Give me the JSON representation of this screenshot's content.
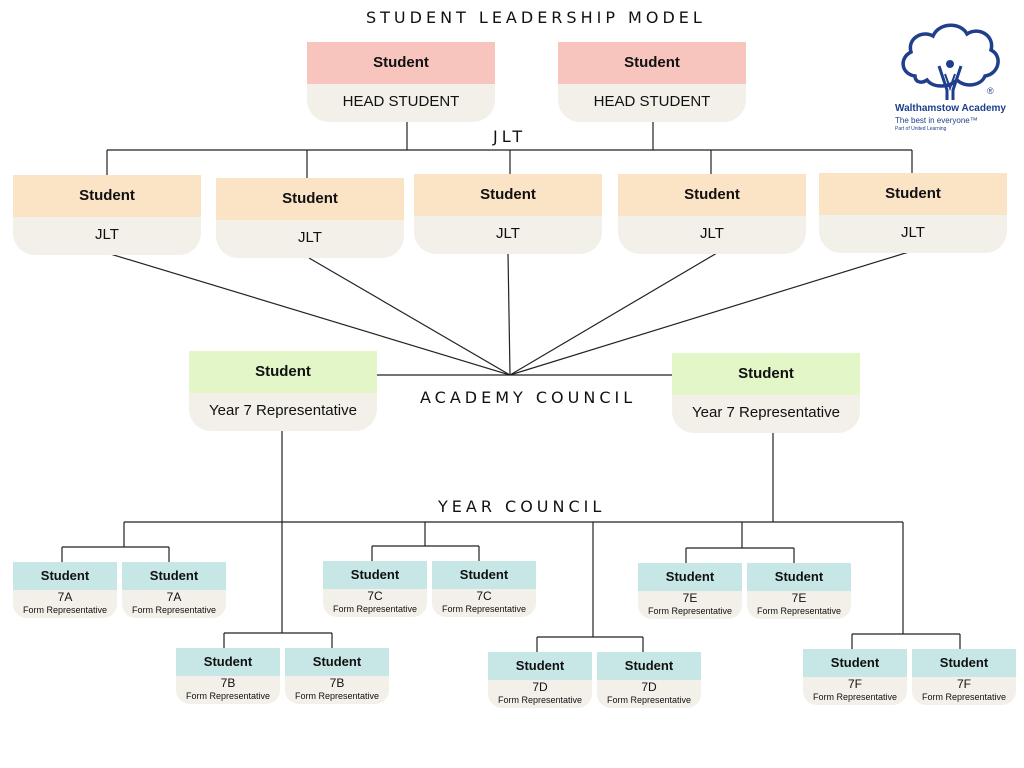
{
  "title": "STUDENT LEADERSHIP MODEL",
  "sections": {
    "jlt": "JLT",
    "academy_council": "ACADEMY COUNCIL",
    "year_council": "YEAR COUNCIL"
  },
  "logo": {
    "name": "Walthamstow Academy",
    "tagline": "The best in everyone™",
    "sub": "Part of United Learning",
    "reg": "®"
  },
  "head_students": [
    {
      "title": "Student",
      "role": "HEAD STUDENT"
    },
    {
      "title": "Student",
      "role": "HEAD STUDENT"
    }
  ],
  "jlt_members": [
    {
      "title": "Student",
      "role": "JLT"
    },
    {
      "title": "Student",
      "role": "JLT"
    },
    {
      "title": "Student",
      "role": "JLT"
    },
    {
      "title": "Student",
      "role": "JLT"
    },
    {
      "title": "Student",
      "role": "JLT"
    }
  ],
  "year7_reps": [
    {
      "title": "Student",
      "role": "Year 7 Representative"
    },
    {
      "title": "Student",
      "role": "Year 7 Representative"
    }
  ],
  "form_reps": [
    {
      "title": "Student",
      "class": "7A",
      "role": "Form Representative"
    },
    {
      "title": "Student",
      "class": "7A",
      "role": "Form Representative"
    },
    {
      "title": "Student",
      "class": "7B",
      "role": "Form Representative"
    },
    {
      "title": "Student",
      "class": "7B",
      "role": "Form Representative"
    },
    {
      "title": "Student",
      "class": "7C",
      "role": "Form Representative"
    },
    {
      "title": "Student",
      "class": "7C",
      "role": "Form Representative"
    },
    {
      "title": "Student",
      "class": "7D",
      "role": "Form Representative"
    },
    {
      "title": "Student",
      "class": "7D",
      "role": "Form Representative"
    },
    {
      "title": "Student",
      "class": "7E",
      "role": "Form Representative"
    },
    {
      "title": "Student",
      "class": "7E",
      "role": "Form Representative"
    },
    {
      "title": "Student",
      "class": "7F",
      "role": "Form Representative"
    },
    {
      "title": "Student",
      "class": "7F",
      "role": "Form Representative"
    }
  ],
  "colors": {
    "head": "#f8c4be",
    "jlt": "#fbe3c6",
    "year7": "#e2f6c8",
    "form": "#c6e7e5",
    "body": "#f3efe9"
  }
}
